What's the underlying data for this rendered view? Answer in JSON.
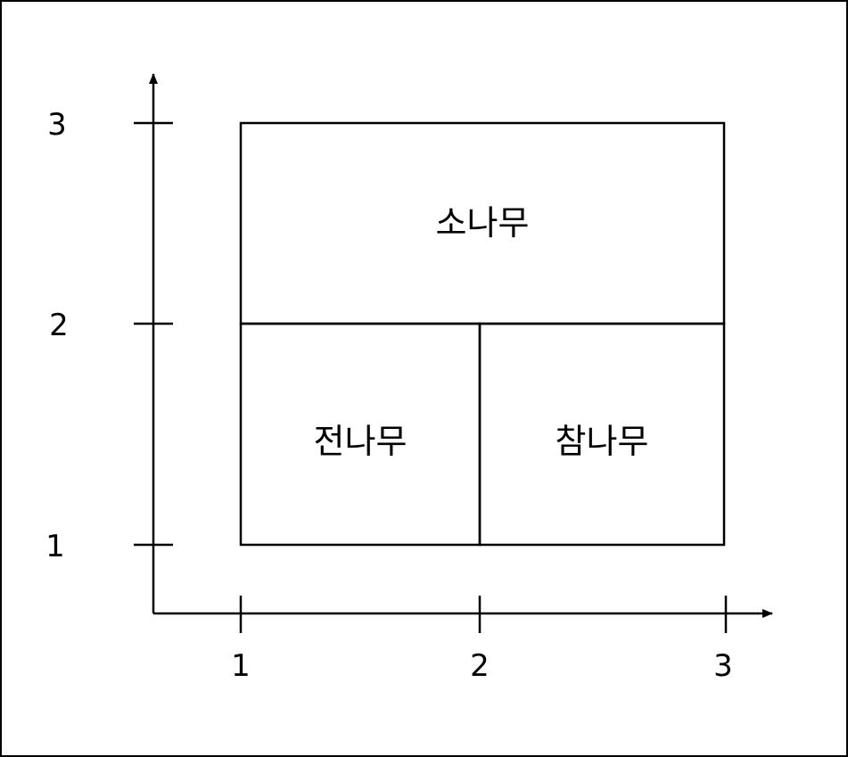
{
  "colors": {
    "line": "#000000",
    "background": "#ffffff"
  },
  "x_axis": {
    "ticks": [
      "1",
      "2",
      "3"
    ]
  },
  "y_axis": {
    "ticks": [
      "1",
      "2",
      "3"
    ]
  },
  "regions": [
    {
      "id": "top",
      "label": "소나무"
    },
    {
      "id": "bottom-left",
      "label": "전나무"
    },
    {
      "id": "bottom-right",
      "label": "참나무"
    }
  ]
}
